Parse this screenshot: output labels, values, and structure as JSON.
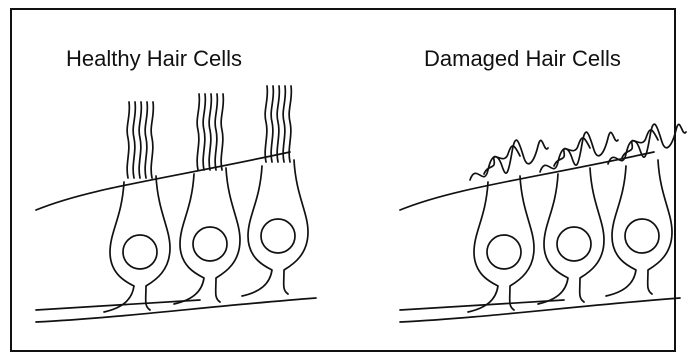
{
  "panels": [
    {
      "title": "Healthy Hair Cells",
      "state": "healthy",
      "cell_count": 3
    },
    {
      "title": "Damaged Hair Cells",
      "state": "damaged",
      "cell_count": 3
    }
  ],
  "colors": {
    "line": "#111111",
    "background": "#ffffff",
    "border": "#111111"
  }
}
